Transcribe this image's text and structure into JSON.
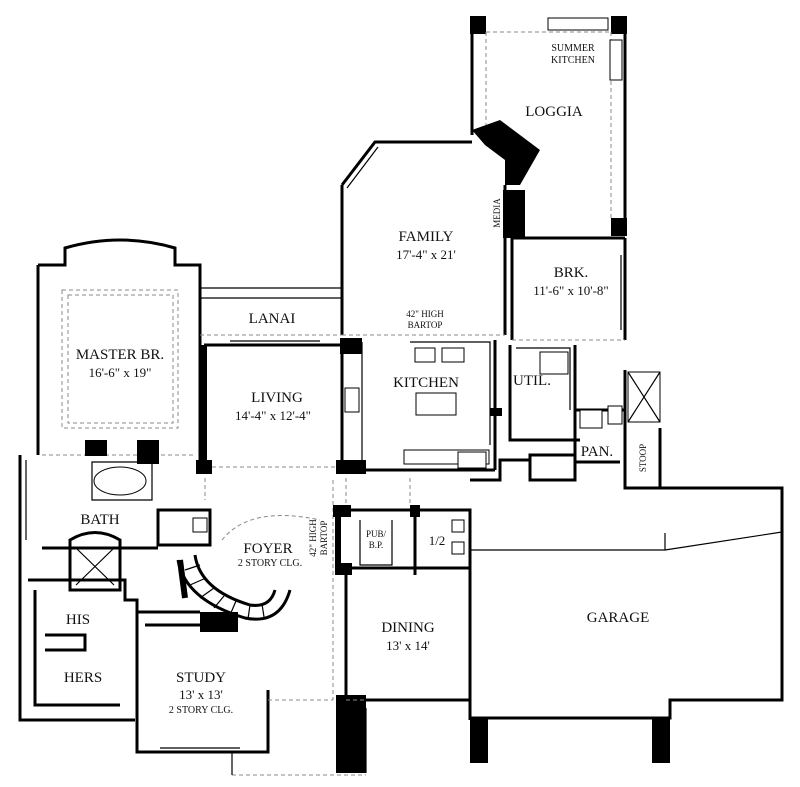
{
  "rooms": {
    "summer_kitchen_1": "SUMMER",
    "summer_kitchen_2": "KITCHEN",
    "loggia": "LOGGIA",
    "media": "MEDIA",
    "family": "FAMILY",
    "family_dim": "17'-4\" x 21'",
    "brk": "BRK.",
    "brk_dim": "11'-6\" x 10'-8\"",
    "bartop_top_1": "42\" HIGH",
    "bartop_top_2": "BARTOP",
    "lanai": "LANAI",
    "master": "MASTER BR.",
    "master_dim": "16'-6\" x 19\"",
    "living": "LIVING",
    "living_dim": "14'-4\" x 12'-4\"",
    "kitchen": "KITCHEN",
    "util": "UTIL.",
    "pan": "PAN.",
    "stoop": "STOOP",
    "bath": "BATH",
    "foyer": "FOYER",
    "foyer_note": "2 STORY CLG.",
    "bartop_side_1": "42\" HIGH",
    "bartop_side_2": "BARTOP",
    "pub_1": "PUB/",
    "pub_2": "B.P.",
    "half_bath": "1/2",
    "garage": "GARAGE",
    "his": "HIS",
    "hers": "HERS",
    "dining": "DINING",
    "dining_dim": "13' x 14'",
    "study": "STUDY",
    "study_dim": "13' x 13'",
    "study_note": "2 STORY CLG."
  }
}
